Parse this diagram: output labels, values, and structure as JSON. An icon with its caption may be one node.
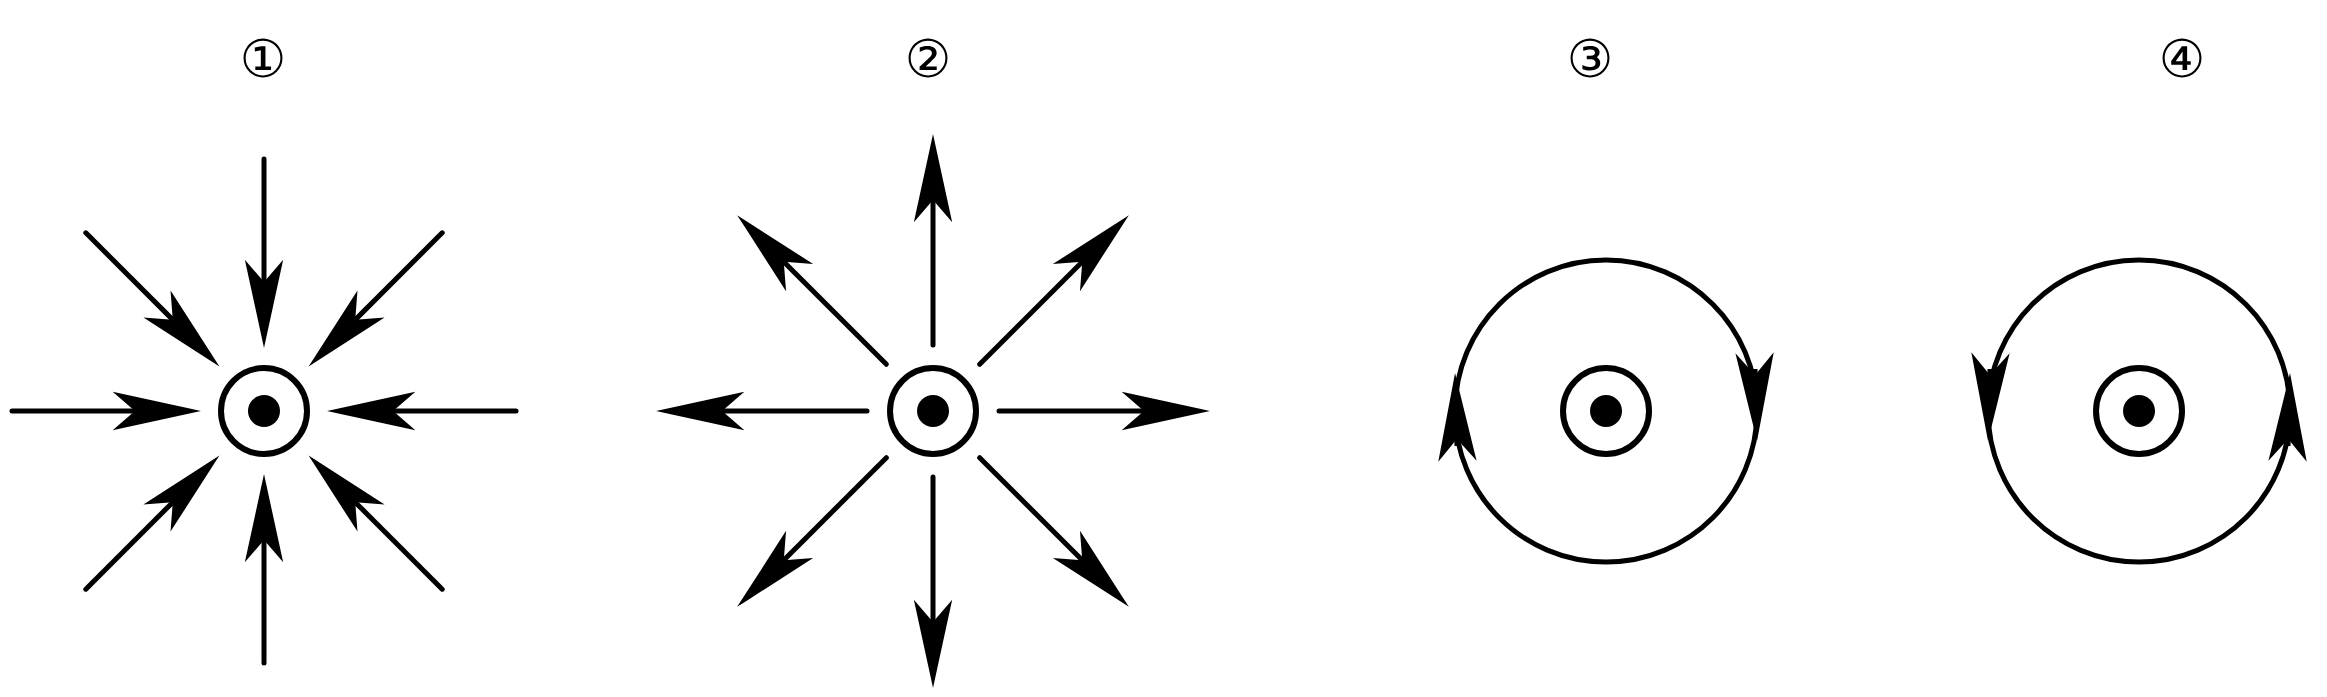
{
  "diagram": {
    "nodes": [
      {
        "text": [],
        "shape": "circle"
      },
      {
        "text": [],
        "shape": "circle"
      },
      {
        "text": [],
        "shape": "circle"
      },
      {
        "text": [],
        "shape": "circle"
      }
    ],
    "edges": [
      {
        "from": null,
        "to": 0,
        "arrow": "to"
      },
      {
        "from": null,
        "to": 0,
        "arrow": "to"
      },
      {
        "from": null,
        "to": 0,
        "arrow": "to"
      },
      {
        "from": null,
        "to": 0,
        "arrow": "to"
      },
      {
        "from": null,
        "to": 0,
        "arrow": "to"
      },
      {
        "from": null,
        "to": 0,
        "arrow": "to"
      },
      {
        "from": null,
        "to": 0,
        "arrow": "to"
      },
      {
        "from": null,
        "to": 0,
        "arrow": "to"
      },
      {
        "from": 1,
        "to": null,
        "arrow": "to"
      },
      {
        "from": 1,
        "to": null,
        "arrow": "to"
      },
      {
        "from": 1,
        "to": null,
        "arrow": "to"
      },
      {
        "from": 1,
        "to": null,
        "arrow": "to"
      },
      {
        "from": 1,
        "to": null,
        "arrow": "to"
      },
      {
        "from": 1,
        "to": null,
        "arrow": "to"
      },
      {
        "from": 1,
        "to": null,
        "arrow": "to"
      },
      {
        "from": 1,
        "to": null,
        "arrow": "to"
      }
    ],
    "labels": [
      "①",
      "②",
      "③",
      "④"
    ]
  }
}
